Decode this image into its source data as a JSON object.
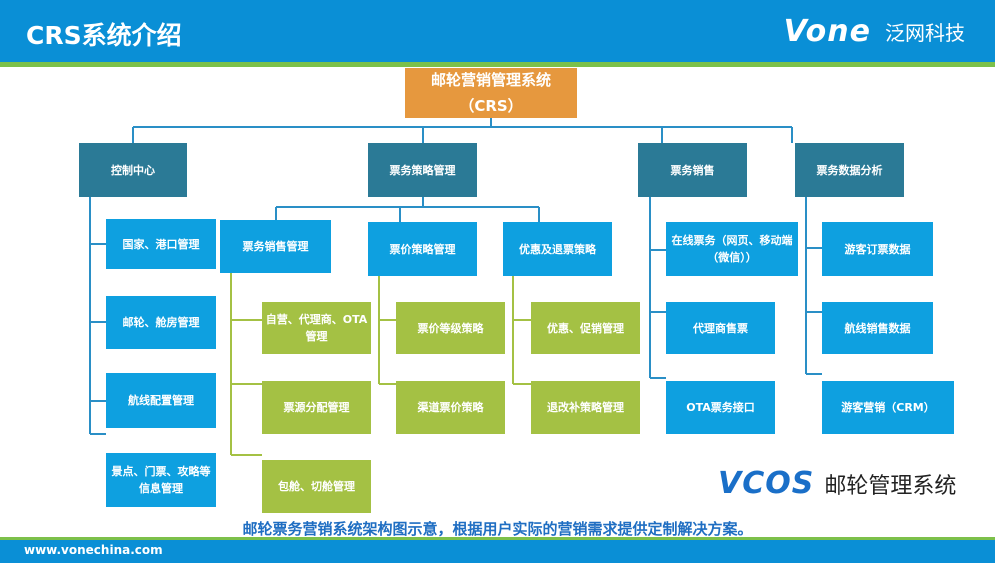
{
  "header": {
    "title": "CRS系统介绍",
    "brand_logo": "Vone",
    "brand_name": "泛网科技"
  },
  "diagram": {
    "root": {
      "line1": "邮轮营销管理系统",
      "line2": "（CRS）"
    },
    "control_center": {
      "label": "控制中心",
      "items": [
        "国家、港口管理",
        "邮轮、舱房管理",
        "航线配置管理",
        "景点、门票、攻略等信息管理"
      ]
    },
    "ticket_strategy": {
      "label": "票务策略管理",
      "groups": [
        {
          "label": "票务销售管理",
          "items": [
            "自营、代理商、OTA管理",
            "票源分配管理",
            "包舱、切舱管理"
          ]
        },
        {
          "label": "票价策略管理",
          "items": [
            "票价等级策略",
            "渠道票价策略"
          ]
        },
        {
          "label": "优惠及退票策略",
          "items": [
            "优惠、促销管理",
            "退改补策略管理"
          ]
        }
      ]
    },
    "ticket_sales": {
      "label": "票务销售",
      "items": [
        "在线票务（网页、移动端（微信））",
        "代理商售票",
        "OTA票务接口"
      ]
    },
    "data_analysis": {
      "label": "票务数据分析",
      "items": [
        "游客订票数据",
        "航线销售数据",
        "游客营销（CRM）"
      ]
    }
  },
  "product": {
    "logo": "VCOS",
    "name": "邮轮管理系统"
  },
  "caption": "邮轮票务营销系统架构图示意，根据用户实际的营销需求提供定制解决方案。",
  "footer": {
    "url": "www.vonechina.com"
  }
}
